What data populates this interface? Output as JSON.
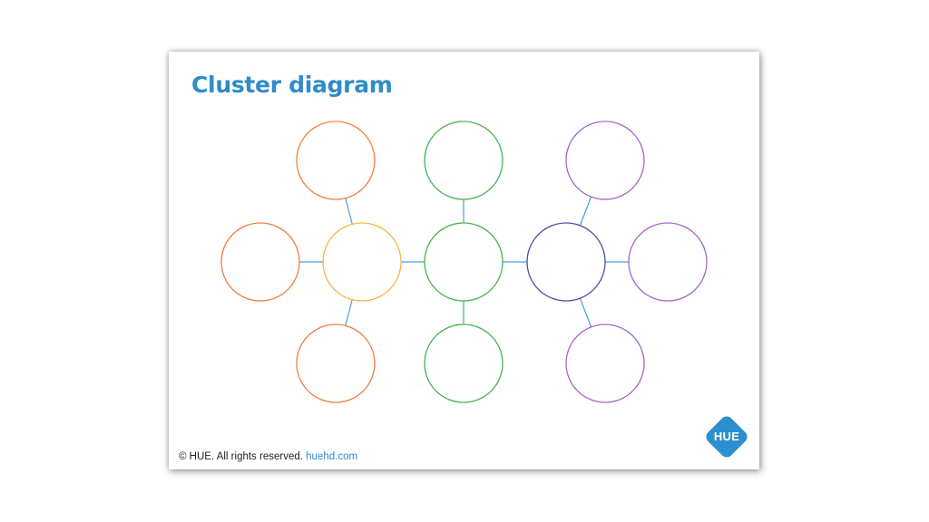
{
  "title": "Cluster diagram",
  "footer": {
    "copyright": "© HUE. All rights reserved.",
    "link": "huehd.com"
  },
  "logo": {
    "text": "HUE",
    "color": "#2b8fd0"
  },
  "colors": {
    "title": "#2f8cc7",
    "connector": "#4a9fd8",
    "orange": "#ef7d44",
    "yellow": "#f7b547",
    "green": "#4cb050",
    "purple": "#a565c7",
    "indigo": "#4e4ea6"
  },
  "clusters": [
    {
      "name": "orange-cluster",
      "hub_color": "yellow",
      "satellite_color": "orange",
      "satellites": [
        "top",
        "left",
        "bottom"
      ]
    },
    {
      "name": "green-cluster",
      "hub_color": "green",
      "satellite_color": "green",
      "satellites": [
        "top",
        "bottom"
      ]
    },
    {
      "name": "purple-cluster",
      "hub_color": "indigo",
      "satellite_color": "purple",
      "satellites": [
        "top",
        "right",
        "bottom"
      ]
    }
  ]
}
